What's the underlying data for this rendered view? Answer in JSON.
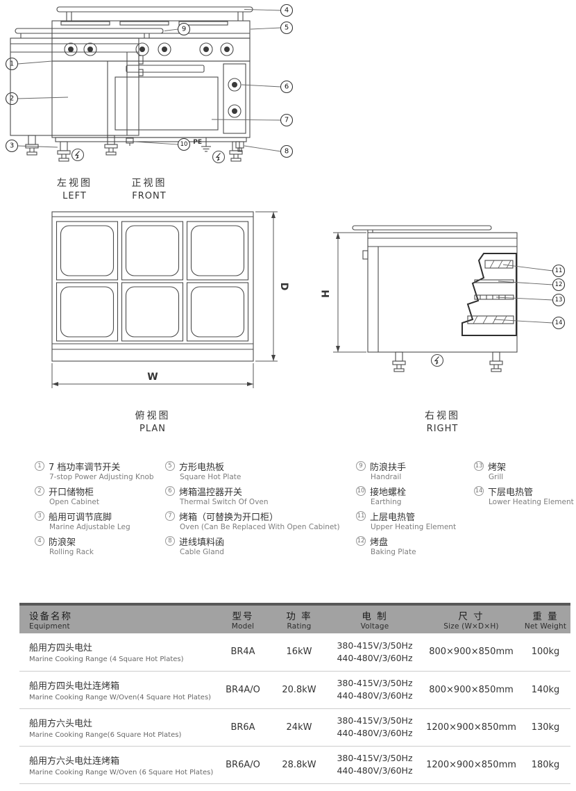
{
  "views": {
    "front": {
      "cn": "正视图",
      "en": "FRONT"
    },
    "left": {
      "cn": "左视图",
      "en": "LEFT"
    },
    "plan": {
      "cn": "俯视图",
      "en": "PLAN"
    },
    "right": {
      "cn": "右视图",
      "en": "RIGHT"
    }
  },
  "labels": {
    "pe": "PE",
    "w": "W",
    "d": "D",
    "h": "H"
  },
  "callouts": {
    "c1": "1",
    "c2": "2",
    "c3": "3",
    "c4": "4",
    "c5": "5",
    "c6": "6",
    "c7": "7",
    "c8": "8",
    "c9": "9",
    "c10": "10",
    "c11": "11",
    "c12": "12",
    "c13": "13",
    "c14": "14"
  },
  "legend": {
    "col1": [
      {
        "num": "1",
        "cn": "7 档功率调节开关",
        "en": "7-stop Power Adjusting Knob"
      },
      {
        "num": "2",
        "cn": "开口储物柜",
        "en": "Open Cabinet"
      },
      {
        "num": "3",
        "cn": "船用可调节底脚",
        "en": "Marine Adjustable Leg"
      },
      {
        "num": "4",
        "cn": "防浪架",
        "en": "Rolling Rack"
      }
    ],
    "col2": [
      {
        "num": "5",
        "cn": "方形电热板",
        "en": "Square Hot Plate"
      },
      {
        "num": "6",
        "cn": "烤箱温控器开关",
        "en": "Thermal Switch Of Oven"
      },
      {
        "num": "7",
        "cn": "烤箱（可替换为开口柜）",
        "en": "Oven (Can Be Replaced With Open Cabinet)"
      },
      {
        "num": "8",
        "cn": "进线填料函",
        "en": "Cable Gland"
      }
    ],
    "col3": [
      {
        "num": "9",
        "cn": "防浪扶手",
        "en": "Handrail"
      },
      {
        "num": "10",
        "cn": "接地螺栓",
        "en": "Earthing"
      },
      {
        "num": "11",
        "cn": "上层电热管",
        "en": "Upper Heating Element"
      },
      {
        "num": "12",
        "cn": "烤盘",
        "en": "Baking Plate"
      }
    ],
    "col4": [
      {
        "num": "13",
        "cn": "烤架",
        "en": "Grill"
      },
      {
        "num": "14",
        "cn": "下层电热管",
        "en": "Lower Heating Element"
      }
    ]
  },
  "table": {
    "headers": {
      "equipment": {
        "cn": "设备名称",
        "en": "Equipment"
      },
      "model": {
        "cn": "型号",
        "en": "Model"
      },
      "rating": {
        "cn": "功 率",
        "en": "Rating"
      },
      "voltage": {
        "cn": "电 制",
        "en": "Voltage"
      },
      "size": {
        "cn": "尺 寸",
        "en": "Size (W×D×H)"
      },
      "weight": {
        "cn": "重 量",
        "en": "Net Weight"
      }
    },
    "rows": [
      {
        "cn": "船用方四头电灶",
        "en": "Marine Cooking Range (4 Square Hot Plates)",
        "model": "BR4A",
        "rating": "16kW",
        "v1": "380-415V/3/50Hz",
        "v2": "440-480V/3/60Hz",
        "size": "800×900×850mm",
        "weight": "100kg"
      },
      {
        "cn": "船用方四头电灶连烤箱",
        "en": "Marine Cooking Range W/Oven(4 Square Hot Plates)",
        "model": "BR4A/O",
        "rating": "20.8kW",
        "v1": "380-415V/3/50Hz",
        "v2": "440-480V/3/60Hz",
        "size": "800×900×850mm",
        "weight": "140kg"
      },
      {
        "cn": "船用方六头电灶",
        "en": "Marine Cooking Range(6 Square Hot Plates)",
        "model": "BR6A",
        "rating": "24kW",
        "v1": "380-415V/3/50Hz",
        "v2": "440-480V/3/60Hz",
        "size": "1200×900×850mm",
        "weight": "130kg"
      },
      {
        "cn": "船用方六头电灶连烤箱",
        "en": "Marine Cooking Range W/Oven (6 Square Hot Plates)",
        "model": "BR6A/O",
        "rating": "28.8kW",
        "v1": "380-415V/3/50Hz",
        "v2": "440-480V/3/60Hz",
        "size": "1200×900×850mm",
        "weight": "180kg"
      }
    ]
  }
}
